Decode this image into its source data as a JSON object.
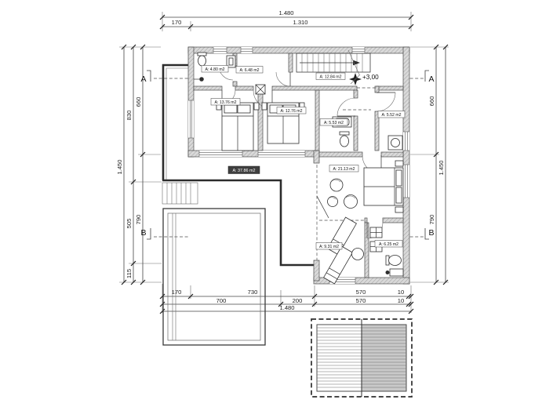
{
  "drawing": {
    "dims": {
      "top": {
        "total": "1.480",
        "seg1": "170",
        "seg2": "1.310"
      },
      "bottom": {
        "r1": [
          "170",
          "730",
          "570",
          "10"
        ],
        "r2": [
          "700",
          "200",
          "570",
          "10"
        ],
        "total": "1.480"
      },
      "left": {
        "total": "1.450",
        "outer": [
          "830",
          "505",
          "115"
        ],
        "inner": [
          "660",
          "790"
        ]
      },
      "right": {
        "inner": [
          "660",
          "790"
        ],
        "total": "1.450"
      }
    },
    "sections": {
      "a": "A",
      "b": "B"
    },
    "level": "+3,00",
    "rooms": {
      "wc": "A: 4.80 m2",
      "hall": "A: 6.48 m2",
      "stair_hall": "A: 12.84 m2",
      "bedroom1": "A: 13.76 m2",
      "bedroom2": "A: 12.76 m2",
      "bath_small": "A: 5.53 m2",
      "utility": "A: 5.52 m2",
      "terrace": "A: 37.86 m2",
      "bedroom3": "A: 21.13 m2",
      "lounge": "A: 9.31 m2",
      "bath2": "A: 6.25 m2"
    },
    "colors": {
      "wall_fill": "#d9d9d9",
      "line": "#3c3c3c",
      "label_invert_bg": "#3f3f3f"
    }
  }
}
